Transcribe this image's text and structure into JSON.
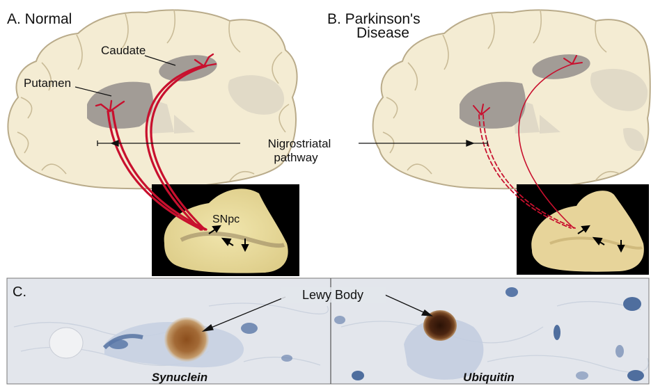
{
  "panel_a": {
    "title": "A. Normal",
    "caudate": "Caudate",
    "putamen": "Putamen",
    "snpc": "SNpc"
  },
  "panel_b": {
    "title_line1": "B. Parkinson's",
    "title_line2": "Disease"
  },
  "pathway": {
    "line1": "Nigrostriatal",
    "line2": "pathway"
  },
  "panel_c": {
    "label": "C.",
    "lewy_body": "Lewy Body",
    "left_stain": "Synuclein",
    "right_stain": "Ubiquitin"
  },
  "colors": {
    "brain_fill": "#f4ecd3",
    "brain_outline": "#b9ab8a",
    "nucleus_fill": "#a29c96",
    "nucleus_faint": "#dcd6c4",
    "pathway_red": "#c8102e",
    "photo_bg": "#000000",
    "tissue_bg": "#e3e6ec",
    "stain_brown": "#8a4b1a",
    "stain_blue": "#4f6e9e"
  }
}
